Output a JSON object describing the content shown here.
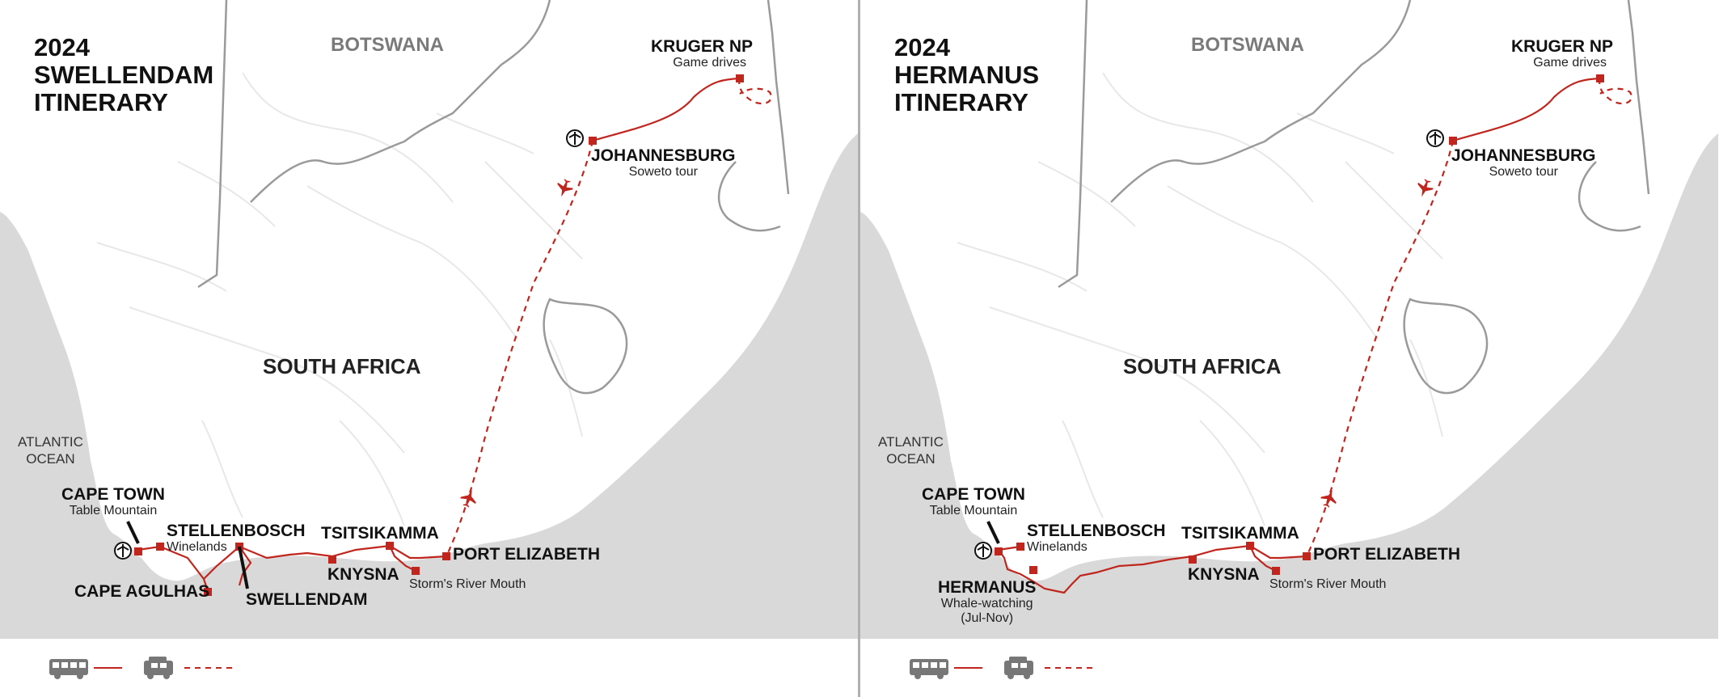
{
  "colors": {
    "route": "#c0261d",
    "sea": "#d9d9d9",
    "land": "#ffffff",
    "border": "#9a9a9a",
    "river": "#e6e6e6"
  },
  "panels": [
    {
      "title": [
        "2024",
        "SWELLENDAM",
        "ITINERARY"
      ],
      "country": "SOUTH AFRICA",
      "neighbor": "BOTSWANA",
      "ocean": [
        "ATLANTIC",
        "OCEAN"
      ],
      "stops": {
        "kruger": {
          "name": "KRUGER NP",
          "sub": "Game drives"
        },
        "johannesburg": {
          "name": "JOHANNESBURG",
          "sub": "Soweto tour"
        },
        "cape_town": {
          "name": "CAPE TOWN",
          "sub": "Table Mountain"
        },
        "stellenbosch": {
          "name": "STELLENBOSCH",
          "sub": "Winelands"
        },
        "tsitsikamma": {
          "name": "TSITSIKAMMA"
        },
        "port_elizabeth": {
          "name": "PORT ELIZABETH"
        },
        "knysna": {
          "name": "KNYSNA"
        },
        "storms_river": {
          "name": "Storm's River Mouth"
        },
        "cape_agulhas": {
          "name": "CAPE AGULHAS"
        },
        "swellendam": {
          "name": "SWELLENDAM"
        }
      },
      "legend": [
        {
          "icon": "bus-icon",
          "line": "solid"
        },
        {
          "icon": "jeep-icon",
          "line": "dashed"
        }
      ]
    },
    {
      "title": [
        "2024",
        "HERMANUS",
        "ITINERARY"
      ],
      "country": "SOUTH AFRICA",
      "neighbor": "BOTSWANA",
      "ocean": [
        "ATLANTIC",
        "OCEAN"
      ],
      "stops": {
        "kruger": {
          "name": "KRUGER NP",
          "sub": "Game drives"
        },
        "johannesburg": {
          "name": "JOHANNESBURG",
          "sub": "Soweto tour"
        },
        "cape_town": {
          "name": "CAPE TOWN",
          "sub": "Table Mountain"
        },
        "stellenbosch": {
          "name": "STELLENBOSCH",
          "sub": "Winelands"
        },
        "tsitsikamma": {
          "name": "TSITSIKAMMA"
        },
        "port_elizabeth": {
          "name": "PORT ELIZABETH"
        },
        "knysna": {
          "name": "KNYSNA"
        },
        "storms_river": {
          "name": "Storm's River Mouth"
        },
        "hermanus": {
          "name": "HERMANUS",
          "sub": [
            "Whale-watching",
            "(Jul-Nov)"
          ]
        }
      },
      "legend": [
        {
          "icon": "bus-icon",
          "line": "solid"
        },
        {
          "icon": "jeep-icon",
          "line": "dashed"
        }
      ]
    }
  ]
}
